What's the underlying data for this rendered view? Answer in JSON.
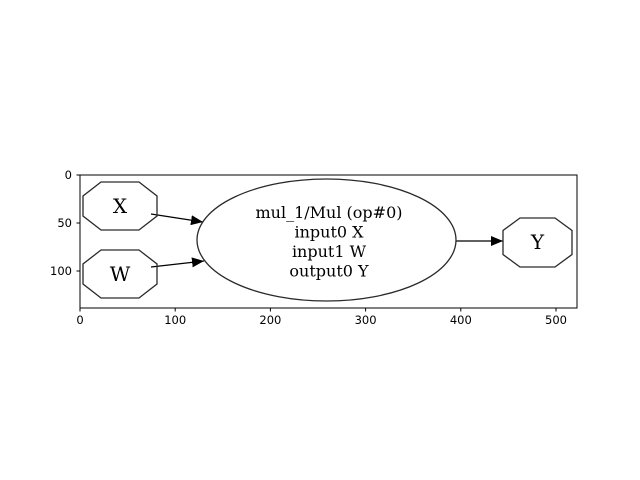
{
  "colors": {
    "background": "#ffffff",
    "stroke": "#000000",
    "node_stroke": "#2a2a2a",
    "text": "#000000"
  },
  "axes": {
    "x_tick_labels": [
      "0",
      "100",
      "200",
      "300",
      "400",
      "500"
    ],
    "y_tick_labels": [
      "0",
      "50",
      "100"
    ]
  },
  "graph": {
    "nodes": {
      "x": {
        "label": "X",
        "shape": "octagon"
      },
      "w": {
        "label": "W",
        "shape": "octagon"
      },
      "y": {
        "label": "Y",
        "shape": "octagon"
      },
      "op": {
        "shape": "ellipse",
        "title": "mul_1/Mul (op#0)",
        "input0": "input0 X",
        "input1": "input1 W",
        "output0": "output0 Y"
      }
    },
    "edges": [
      {
        "from": "X",
        "to": "mul_1/Mul"
      },
      {
        "from": "W",
        "to": "mul_1/Mul"
      },
      {
        "from": "mul_1/Mul",
        "to": "Y"
      }
    ]
  }
}
